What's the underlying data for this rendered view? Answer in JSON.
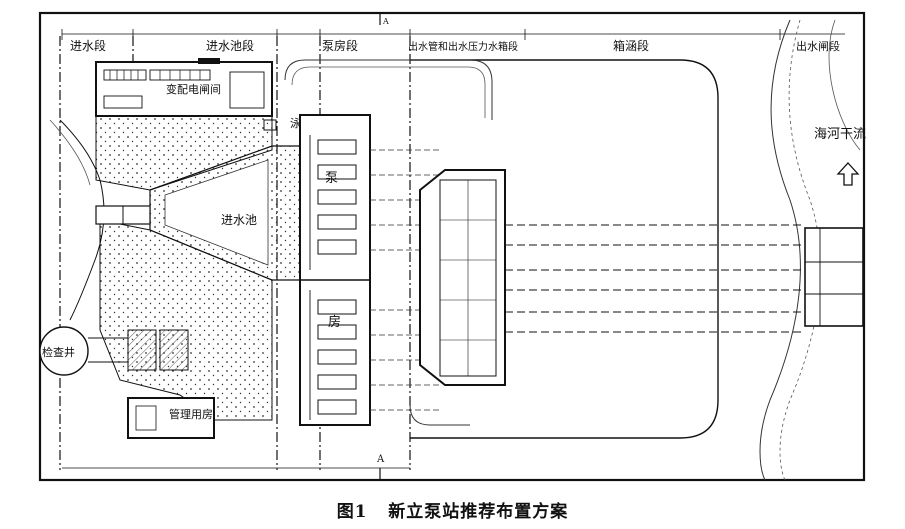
{
  "sections": {
    "inlet": "进水段",
    "inlet_pool_section": "进水池段",
    "pump_house_section": "泵房段",
    "outlet_section": "出水管和出水压力水箱段",
    "culvert_section": "箱涵段",
    "outlet_gate_section": "出水闸段"
  },
  "labels": {
    "substation": "变配电闸间",
    "side_room": "泳",
    "pump": "泵",
    "room": "房",
    "inlet_pool": "进水池",
    "inspection_well": "检查井",
    "management_room": "管理用房",
    "river": "海河干流",
    "section_a_bottom": "A",
    "section_a_top": "A"
  },
  "caption": {
    "figure_no": "图1",
    "title": "新立泵站推荐布置方案"
  },
  "colors": {
    "line": "#1a1a1a",
    "background": "#ffffff"
  },
  "icons": {
    "flow_arrow": "up-arrow-icon"
  }
}
